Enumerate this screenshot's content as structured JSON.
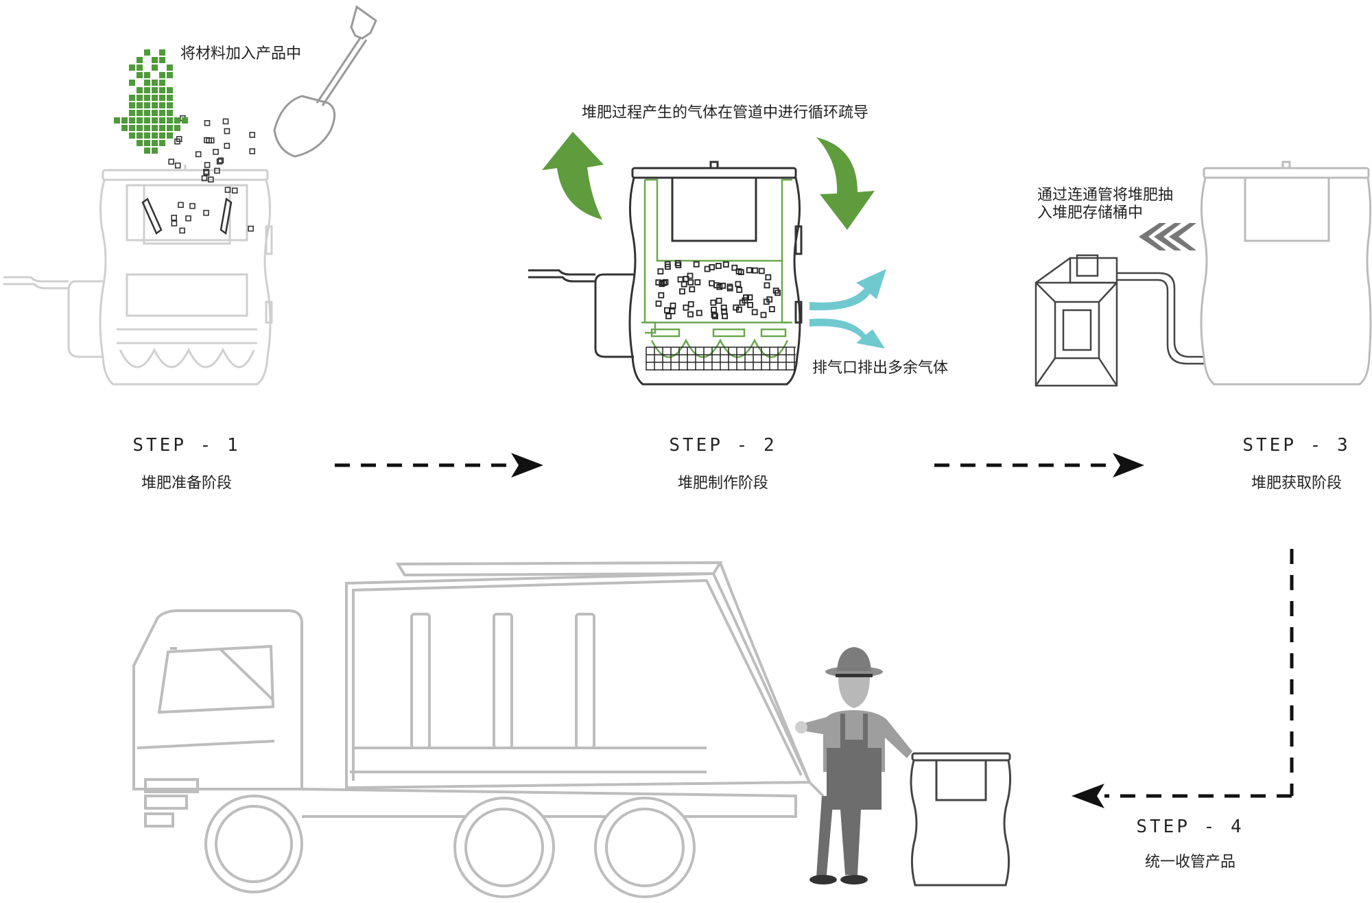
{
  "step1": {
    "title": "STEP - 1",
    "subtitle": "堆肥准备阶段",
    "note": "将材料加入产品中"
  },
  "step2": {
    "title": "STEP - 2",
    "subtitle": "堆肥制作阶段",
    "note_top": "堆肥过程产生的气体在管道中进行循环疏导",
    "note_vent": "排气口排出多余气体"
  },
  "step3": {
    "title": "STEP - 3",
    "subtitle": "堆肥获取阶段",
    "note_line1": "通过连通管将堆肥抽",
    "note_line2": "入堆肥存储桶中"
  },
  "step4": {
    "title": "STEP - 4",
    "subtitle": "统一收管产品"
  },
  "colors": {
    "green": "#5e9c3e",
    "pixel_green": "#4f9a3a",
    "vent_cyan": "#6fc9cf",
    "outline": "#c9c9c9",
    "ink": "#222222",
    "worker_gray": "#7a7a7a"
  }
}
